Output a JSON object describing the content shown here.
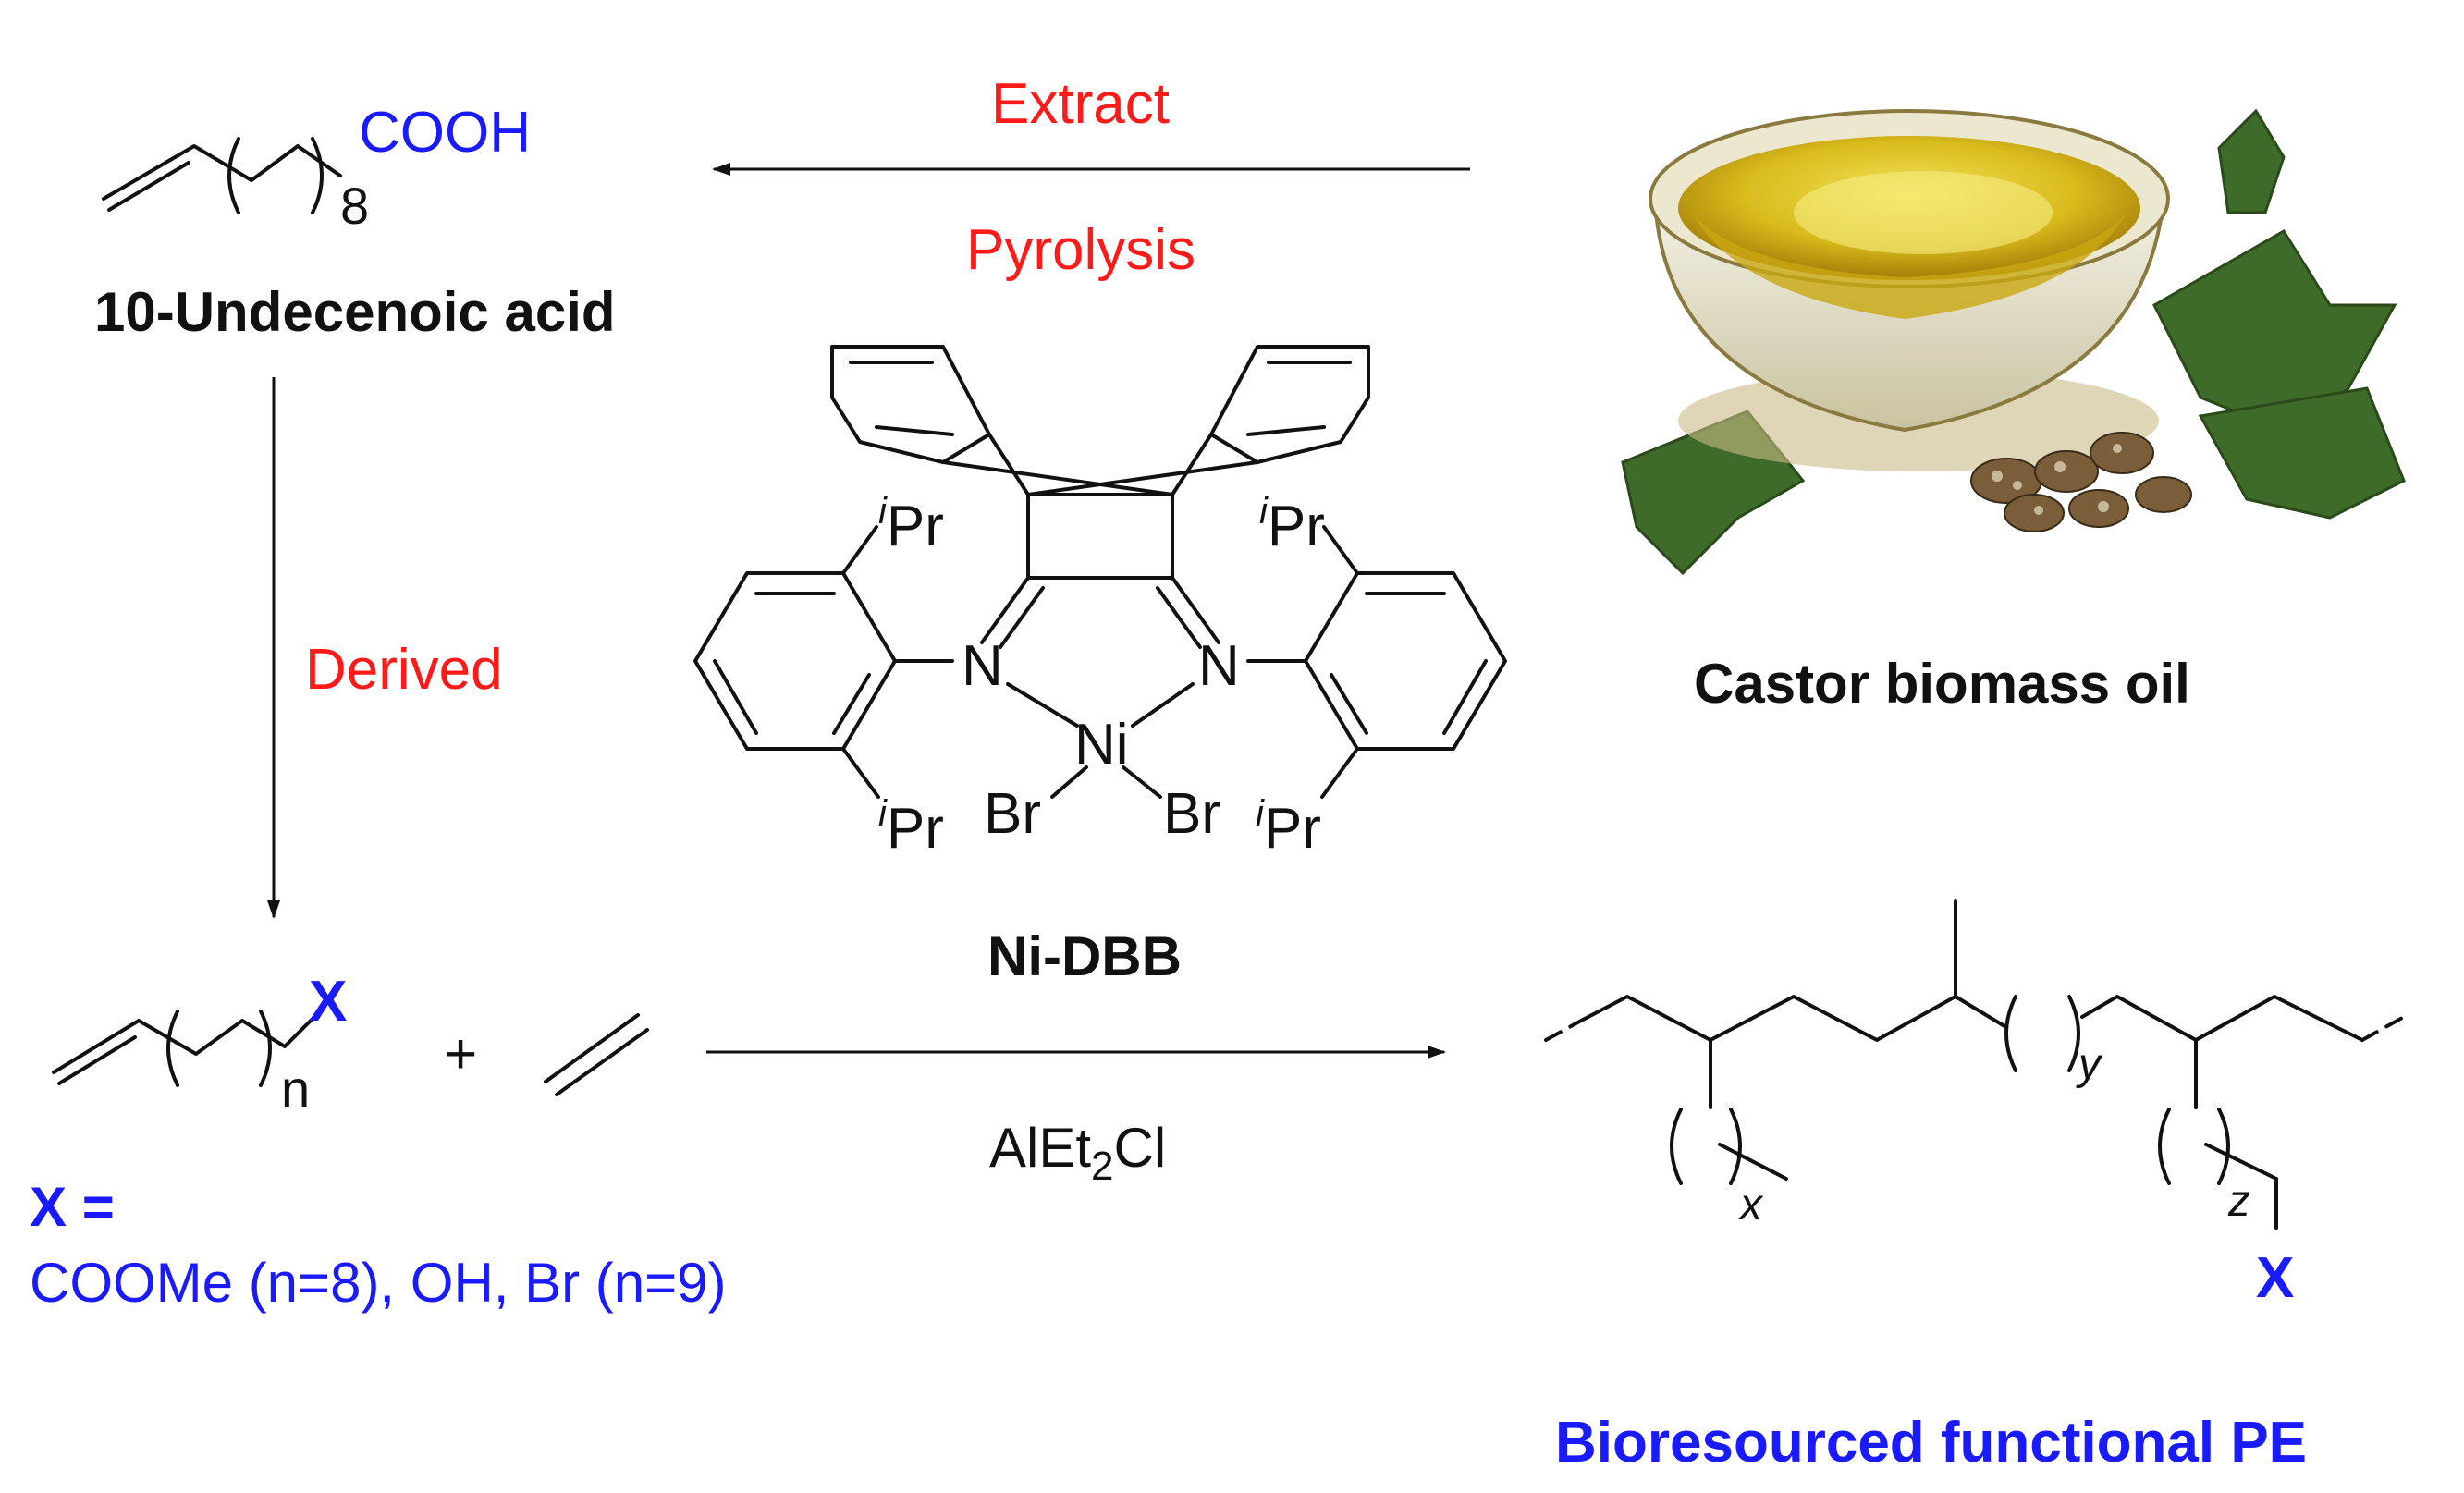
{
  "colors": {
    "reagent_label": "#ff1a1a",
    "functional_group": "#1a1aff",
    "bonds": "#111111",
    "oil": "#d8b818",
    "leaf": "#3f6b2a"
  },
  "top_acid": {
    "group": "COOH",
    "repeat": "8",
    "name": "10-Undecenoic acid"
  },
  "arrows": {
    "extract_label": "Extract",
    "pyrolysis_label": "Pyrolysis",
    "derived_label": "Derived",
    "cocatalyst": "AlEt",
    "cocatalyst_sub": "2",
    "cocatalyst_tail": "Cl"
  },
  "source": {
    "name": "Castor biomass oil",
    "image_icon": "castor-oil-bowl-photo"
  },
  "catalyst": {
    "name": "Ni-DBB",
    "metal": "Ni",
    "nitrogen": "N",
    "halide": "Br",
    "ipr_sup": "i",
    "ipr": "Pr"
  },
  "monomers": {
    "group": "X",
    "repeat": "n",
    "plus": "+",
    "x_def_label": "X =",
    "x_def_values": "COOMe (n=8), OH, Br (n=9)"
  },
  "product": {
    "name": "Bioresourced functional PE",
    "group": "X",
    "sub_x": "x",
    "sub_y": "y",
    "sub_z": "z"
  }
}
